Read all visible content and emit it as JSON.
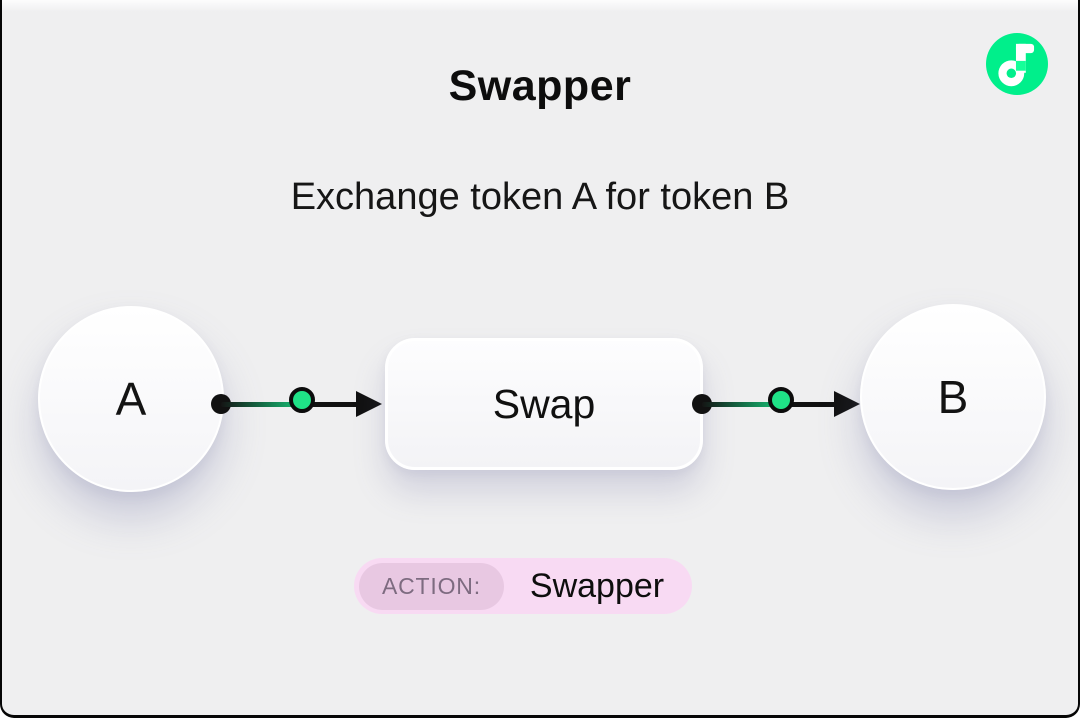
{
  "colors": {
    "canvas_bg": "#efeff0",
    "ink": "#111111",
    "dot": "#d6d6da",
    "green": "#1fe287",
    "logo_green": "#00ef8b",
    "logo_notch": "#16ff99",
    "node_shadow": "rgba(109,110,160,0.28)",
    "badge_bg": "#f8daf3",
    "badge_label_bg": "#e8c8e2",
    "badge_label_ink": "#7d6b80"
  },
  "header": {
    "title": "Swapper",
    "subtitle": "Exchange token A for token B"
  },
  "logo": {
    "name": "flow-logo"
  },
  "diagram": {
    "node_a_label": "A",
    "process_label": "Swap",
    "node_b_label": "B"
  },
  "badge": {
    "label": "ACTION:",
    "value": "Swapper"
  }
}
